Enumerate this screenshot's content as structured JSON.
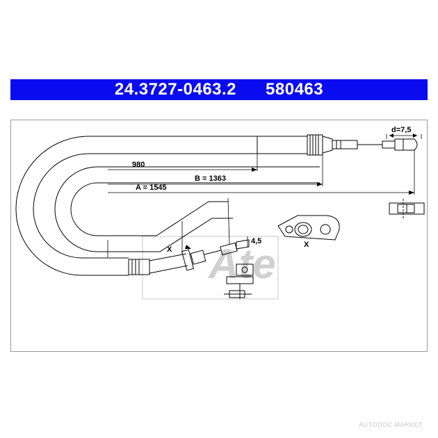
{
  "header": {
    "part_number": "24.3727-0463.2",
    "ref_number": "580463",
    "color": "#0b0bf0"
  },
  "dimensions": {
    "d_label": "d=7,5",
    "len_980": "980",
    "len_b": "B = 1363",
    "len_a": "A = 1545",
    "eye_label": "4,5",
    "x_label_left": "X",
    "x_label_detail": "X"
  },
  "watermark": {
    "text": "AUTODOC.MARKET",
    "logo_text": "Ate"
  }
}
